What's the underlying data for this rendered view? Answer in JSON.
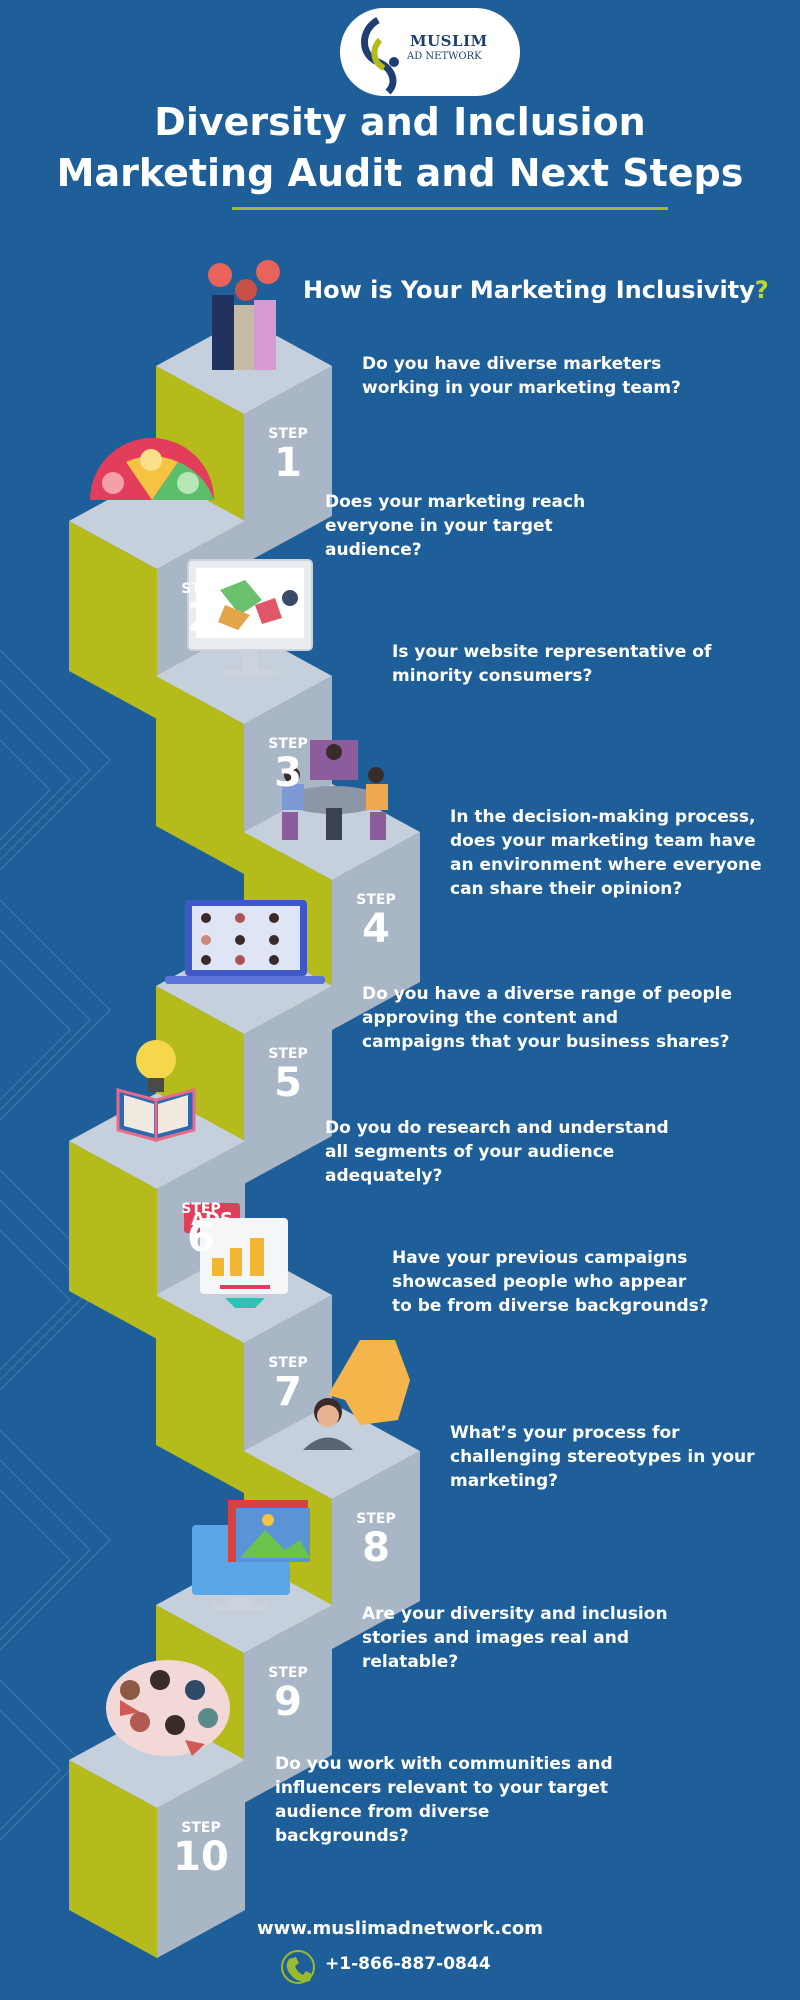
{
  "logo": {
    "line1": "MUSLIM",
    "line2": "AD NETWORK"
  },
  "title": {
    "line1": "Diversity and Inclusion",
    "line2": "Marketing Audit and Next Steps"
  },
  "subtitle": {
    "text": "How is Your Marketing Inclusivity",
    "mark": "?"
  },
  "step_word": "STEP",
  "colors": {
    "background": "#1f5f99",
    "accent_green": "#b4bb1a",
    "block_top": "#c6d0dc",
    "block_side": "#a8b6c6",
    "underline": "#9cba2e"
  },
  "steps": [
    {
      "number": "1",
      "question": [
        "Do you have diverse marketers",
        "working in your marketing team?"
      ],
      "icon": "raised-hands-icon"
    },
    {
      "number": "2",
      "question": [
        "Does your marketing reach",
        "everyone in your target",
        "audience?"
      ],
      "icon": "rating-faces-icon"
    },
    {
      "number": "3",
      "question": [
        "Is your website representative of",
        "minority consumers?"
      ],
      "icon": "website-monitor-icon"
    },
    {
      "number": "4",
      "question": [
        "In the decision-making process,",
        "does your marketing team have",
        "an environment where everyone",
        "can share their opinion?"
      ],
      "icon": "team-meeting-icon"
    },
    {
      "number": "5",
      "question": [
        "Do you have a diverse range of people",
        "approving the content and",
        "campaigns that your business shares?"
      ],
      "icon": "video-call-laptop-icon"
    },
    {
      "number": "6",
      "question": [
        "Do you do research and understand",
        "all segments of your audience",
        "adequately?"
      ],
      "icon": "book-lightbulb-icon"
    },
    {
      "number": "7",
      "question": [
        "Have your previous campaigns",
        "showcased people who appear",
        "to be from diverse backgrounds?"
      ],
      "icon": "ads-chart-icon"
    },
    {
      "number": "8",
      "question": [
        "What’s your process for",
        "challenging stereotypes in your",
        "marketing?"
      ],
      "icon": "hand-person-icon"
    },
    {
      "number": "9",
      "question": [
        "Are your diversity and inclusion",
        "stories and images real and",
        "relatable?"
      ],
      "icon": "image-gallery-icon"
    },
    {
      "number": "10",
      "question": [
        "Do you work with communities and",
        "influencers relevant to your target",
        "audience from diverse",
        "backgrounds?"
      ],
      "icon": "diverse-community-icon"
    }
  ],
  "footer": {
    "website": "www.muslimadnetwork.com",
    "phone": "+1-866-887-0844"
  }
}
